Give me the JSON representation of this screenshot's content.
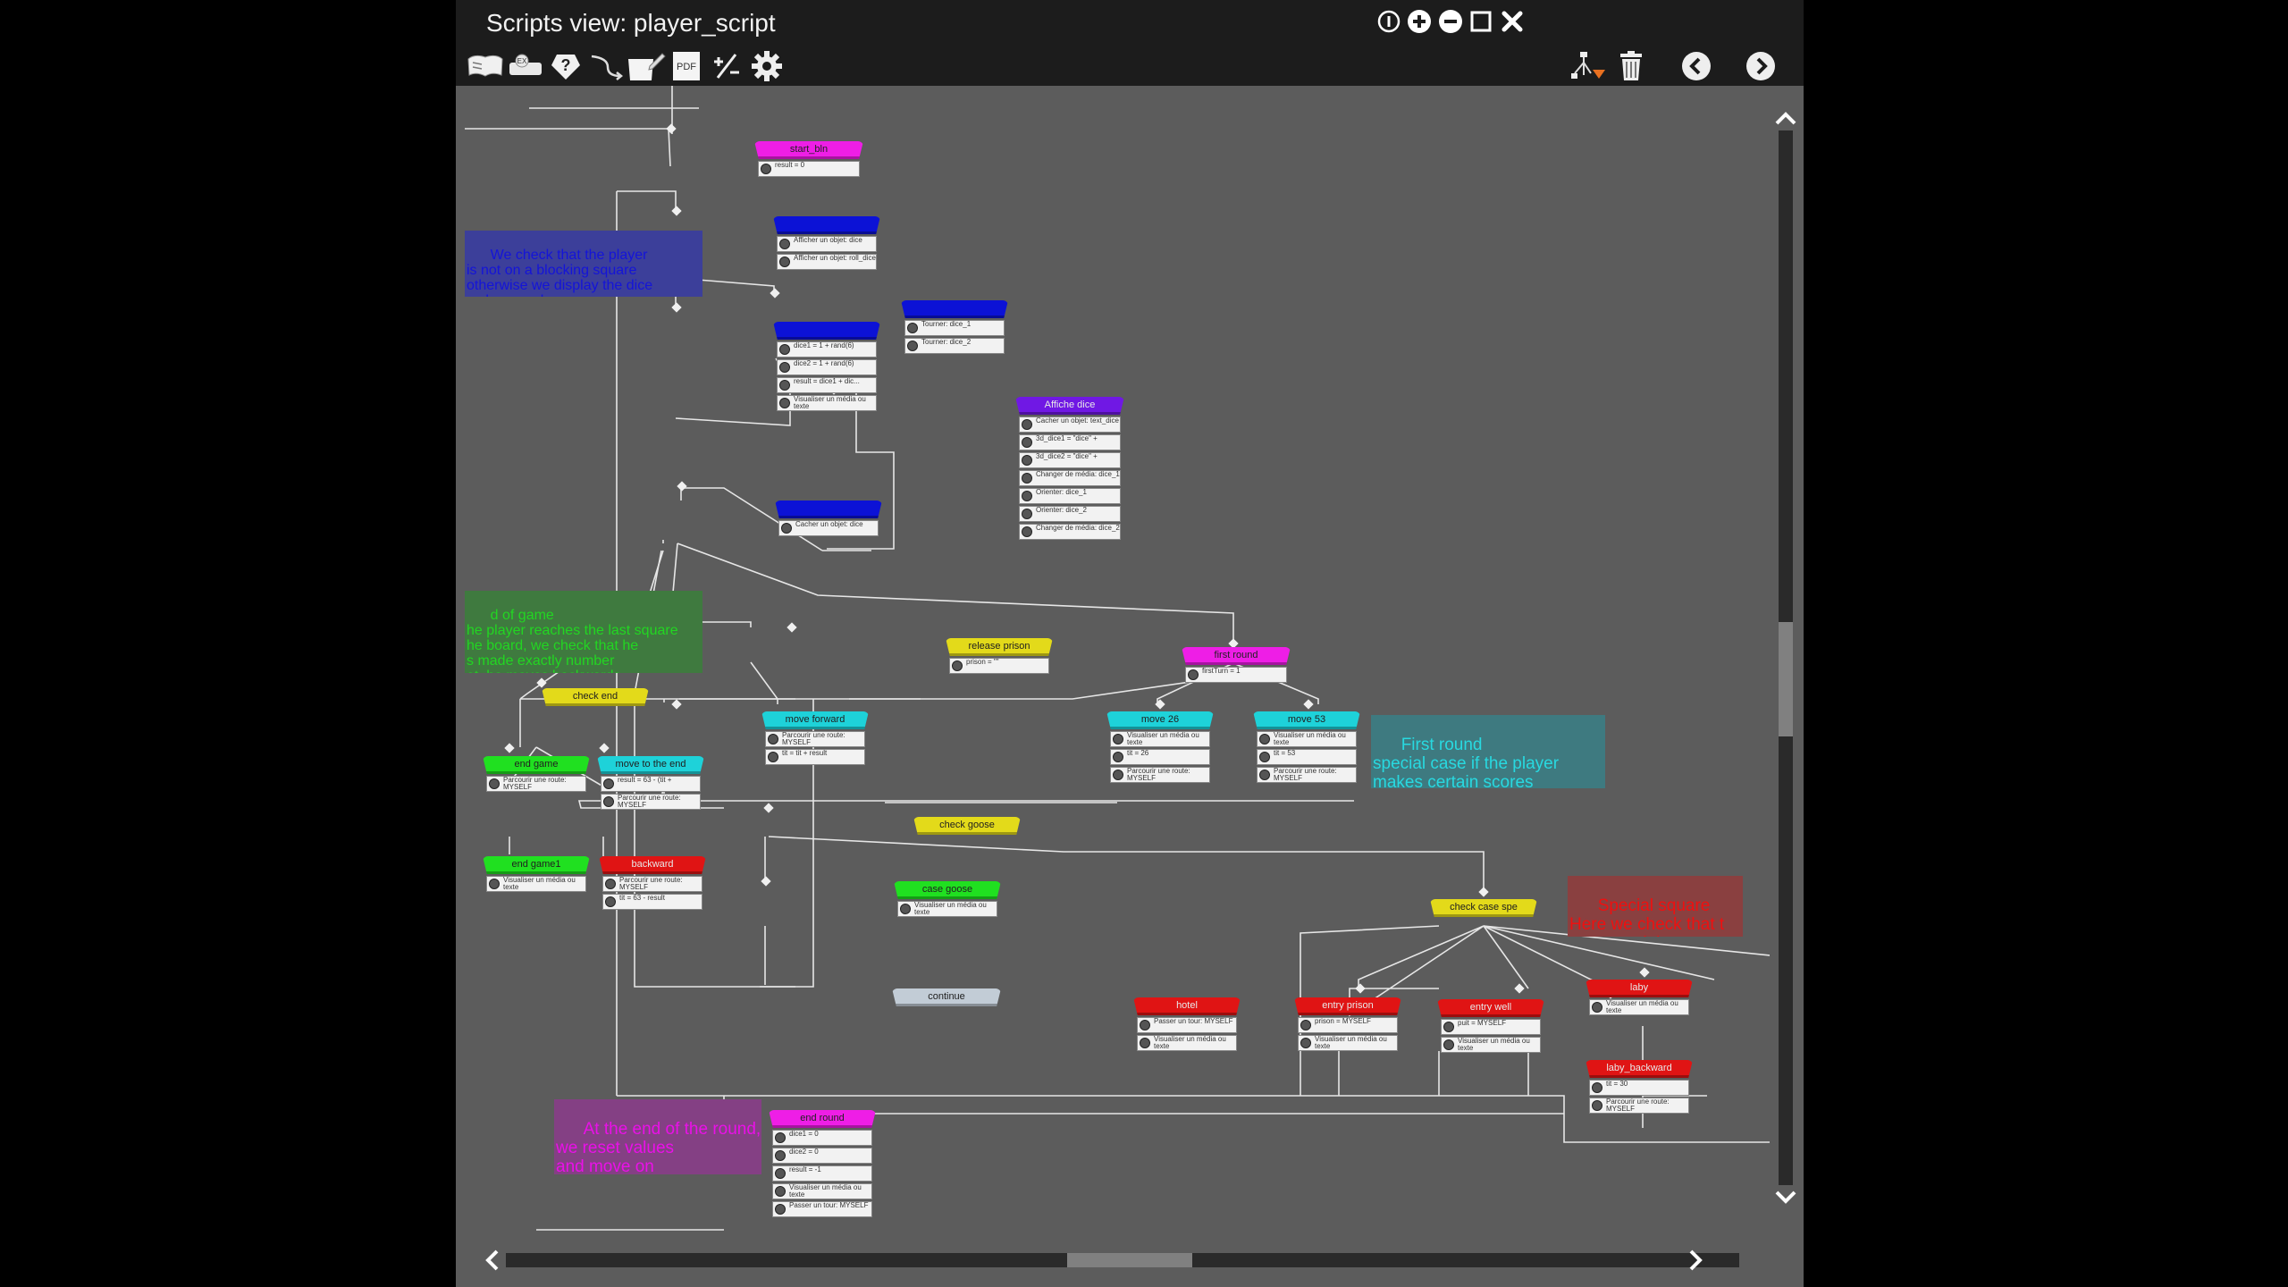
{
  "window": {
    "title": "Scripts view: player_script"
  },
  "colors": {
    "magenta": "#ee1ee6",
    "blue": "#0c12d6",
    "purple": "#7018e4",
    "yellow": "#e3da1a",
    "cyan": "#1ed2d9",
    "green": "#20e020",
    "red": "#e01414",
    "grey": "#c2ccd6"
  },
  "toolbar": {
    "tools": [
      {
        "name": "open-script-icon"
      },
      {
        "name": "expression-icon"
      },
      {
        "name": "help-icon"
      },
      {
        "name": "link-icon"
      },
      {
        "name": "edit-note-icon"
      },
      {
        "name": "pdf-icon",
        "label": "PDF"
      },
      {
        "name": "plus-minus-icon"
      },
      {
        "name": "settings-icon"
      }
    ]
  },
  "nodes": [
    {
      "id": "start",
      "title": "start_bln",
      "color": "magenta",
      "rows": [
        "result = 0"
      ]
    },
    {
      "id": "n_blue1",
      "title": "",
      "color": "blue",
      "rows": [
        "Afficher un objet: dice",
        "Afficher un objet: roll_dice"
      ]
    },
    {
      "id": "n_blue2",
      "title": "",
      "color": "blue",
      "rows": [
        "dice1 = 1 + rand(6)",
        "dice2 = 1 + rand(6)",
        "result = dice1 + dic...",
        "Visualiser un média ou texte"
      ]
    },
    {
      "id": "n_blue3",
      "title": "",
      "color": "blue",
      "rows": [
        "Tourner: dice_1",
        "Tourner: dice_2"
      ]
    },
    {
      "id": "affiche_dice",
      "title": "Affiche dice",
      "color": "purple",
      "rows": [
        "Cacher un objet: text_dice",
        "3d_dice1 = \"dice\" +",
        "3d_dice2 = \"dice\" +",
        "Changer de média: dice_1",
        "Orienter: dice_1",
        "Orienter: dice_2",
        "Changer de média: dice_2"
      ]
    },
    {
      "id": "n_blue4",
      "title": "",
      "color": "blue",
      "rows": [
        "Cacher un objet: dice"
      ]
    },
    {
      "id": "release_prison",
      "title": "release prison",
      "color": "yellow",
      "rows": [
        "prison = \"\""
      ]
    },
    {
      "id": "first_round",
      "title": "first round",
      "color": "magenta",
      "rows": [
        "firstTurn = 1"
      ]
    },
    {
      "id": "check_end",
      "title": "check end",
      "color": "yellow",
      "rows": []
    },
    {
      "id": "move_forward",
      "title": "move forward",
      "color": "cyan",
      "rows": [
        "Parcourir une route: MYSELF",
        "tit = tit + result"
      ]
    },
    {
      "id": "move_26",
      "title": "move 26",
      "color": "cyan",
      "rows": [
        "Visualiser un média ou texte",
        "tit = 26",
        "Parcourir une route: MYSELF"
      ]
    },
    {
      "id": "move_53",
      "title": "move 53",
      "color": "cyan",
      "rows": [
        "Visualiser un média ou texte",
        "tit = 53",
        "Parcourir une route: MYSELF"
      ]
    },
    {
      "id": "end_game",
      "title": "end game",
      "color": "green",
      "rows": [
        "Parcourir une route: MYSELF"
      ]
    },
    {
      "id": "move_to_end",
      "title": "move to the end",
      "color": "cyan",
      "rows": [
        "result = 63 - (tit +",
        "Parcourir une route: MYSELF"
      ]
    },
    {
      "id": "end_game1",
      "title": "end game1",
      "color": "green",
      "rows": [
        "Visualiser un média ou texte"
      ]
    },
    {
      "id": "backward",
      "title": "backward",
      "color": "red",
      "rows": [
        "Parcourir une route: MYSELF",
        "tit = 63 - result"
      ]
    },
    {
      "id": "check_goose",
      "title": "check goose",
      "color": "yellow",
      "rows": []
    },
    {
      "id": "case_goose",
      "title": "case goose",
      "color": "green",
      "rows": [
        "Visualiser un média ou texte"
      ]
    },
    {
      "id": "continue",
      "title": "continue",
      "color": "grey",
      "rows": []
    },
    {
      "id": "check_case_spe",
      "title": "check case spe",
      "color": "yellow",
      "rows": []
    },
    {
      "id": "hotel",
      "title": "hotel",
      "color": "red",
      "rows": [
        "Passer un tour: MYSELF",
        "Visualiser un média ou texte"
      ]
    },
    {
      "id": "entry_prison",
      "title": "entry prison",
      "color": "red",
      "rows": [
        "prison = MYSELF",
        "Visualiser un média ou texte"
      ]
    },
    {
      "id": "entry_well",
      "title": "entry well",
      "color": "red",
      "rows": [
        "puit = MYSELF",
        "Visualiser un média ou texte"
      ]
    },
    {
      "id": "laby",
      "title": "laby",
      "color": "red",
      "rows": [
        "Visualiser un média ou texte"
      ]
    },
    {
      "id": "laby_backward",
      "title": "laby_backward",
      "color": "red",
      "rows": [
        "tit = 30",
        "Parcourir une route: MYSELF"
      ]
    },
    {
      "id": "end_round",
      "title": "end round",
      "color": "magenta",
      "rows": [
        "dice1 = 0",
        "dice2 = 0",
        "result = -1",
        "Visualiser un média ou texte",
        "Passer un tour: MYSELF"
      ]
    }
  ],
  "notes": [
    {
      "id": "note_blue",
      "text": "We check that the player\nis not on a blocking square\notherwise we display the dice\nso he can play",
      "color": "#1414d8",
      "bg": "#3c3f9a"
    },
    {
      "id": "note_green",
      "text": "d of game\nhe player reaches the last square\nhe board, we check that he\ns made exactly number\not, he moves backwards",
      "color": "#22d622",
      "bg": "#3f7a3f"
    },
    {
      "id": "note_cyan",
      "text": "First round\nspecial case if the player\nmakes certain scores",
      "color": "#28d9e0",
      "bg": "#3e7a80"
    },
    {
      "id": "note_red",
      "text": "Special square\nHere we check that t\non a special square",
      "color": "#ee1010",
      "bg": "#8a4040"
    },
    {
      "id": "note_magenta",
      "text": "At the end of the round,\nwe reset values\nand move on\nto the next player",
      "color": "#ea10e8",
      "bg": "#844084"
    }
  ]
}
